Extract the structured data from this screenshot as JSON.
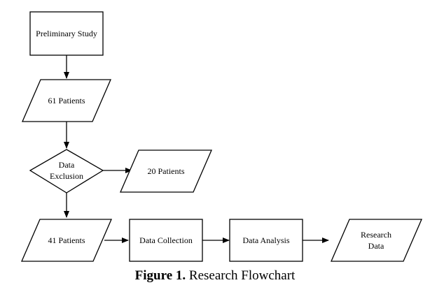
{
  "nodes": {
    "preliminary_study": {
      "shape": "rectangle",
      "label": "Preliminary Study"
    },
    "patients_61": {
      "shape": "parallelogram",
      "label": "61 Patients"
    },
    "data_exclusion": {
      "shape": "diamond",
      "label_line1": "Data",
      "label_line2": "Exclusion"
    },
    "patients_20": {
      "shape": "parallelogram",
      "label": "20 Patients"
    },
    "patients_41": {
      "shape": "parallelogram",
      "label": "41 Patients"
    },
    "data_collection": {
      "shape": "rectangle",
      "label": "Data Collection"
    },
    "data_analysis": {
      "shape": "rectangle",
      "label": "Data Analysis"
    },
    "research_data": {
      "shape": "parallelogram",
      "label_line1": "Research",
      "label_line2": "Data"
    }
  },
  "edges": [
    {
      "from": "preliminary_study",
      "to": "patients_61"
    },
    {
      "from": "patients_61",
      "to": "data_exclusion"
    },
    {
      "from": "data_exclusion",
      "to": "patients_20"
    },
    {
      "from": "data_exclusion",
      "to": "patients_41"
    },
    {
      "from": "patients_41",
      "to": "data_collection"
    },
    {
      "from": "data_collection",
      "to": "data_analysis"
    },
    {
      "from": "data_analysis",
      "to": "research_data"
    }
  ],
  "caption": {
    "label": "Figure 1.",
    "text": "Research Flowchart"
  },
  "colors": {
    "stroke": "#000000",
    "fill": "#ffffff"
  }
}
